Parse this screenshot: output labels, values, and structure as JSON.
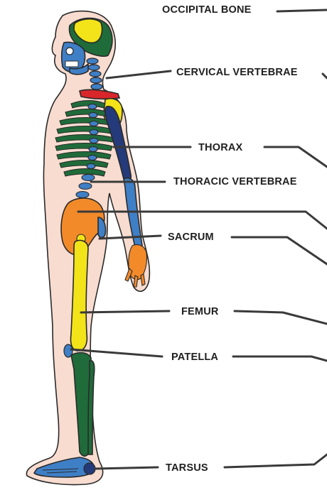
{
  "labels": {
    "occipital_bone": "OCCIPITAL BONE",
    "cervical_vertebrae": "CERVICAL VERTEBRAE",
    "thorax": "THORAX",
    "thoracic_vertebrae": "THORACIC VERTEBRAE",
    "sacrum": "SACRUM",
    "femur": "FEMUR",
    "patella": "PATELLA",
    "tarsus": "TARSUS"
  },
  "colors": {
    "skin": "#f8dcd0",
    "skull_green": "#1f6b3a",
    "skull_yellow": "#f2e418",
    "skull_blue": "#3f7fc6",
    "spine_blue": "#3f7fc6",
    "clavicle_red": "#d8262a",
    "humerus_navy": "#243a7a",
    "pelvis_orange": "#f28a2a",
    "femur_yellow": "#f2e418",
    "tibia_green": "#1f6b3a",
    "leader_gray": "#3a3a3a"
  }
}
